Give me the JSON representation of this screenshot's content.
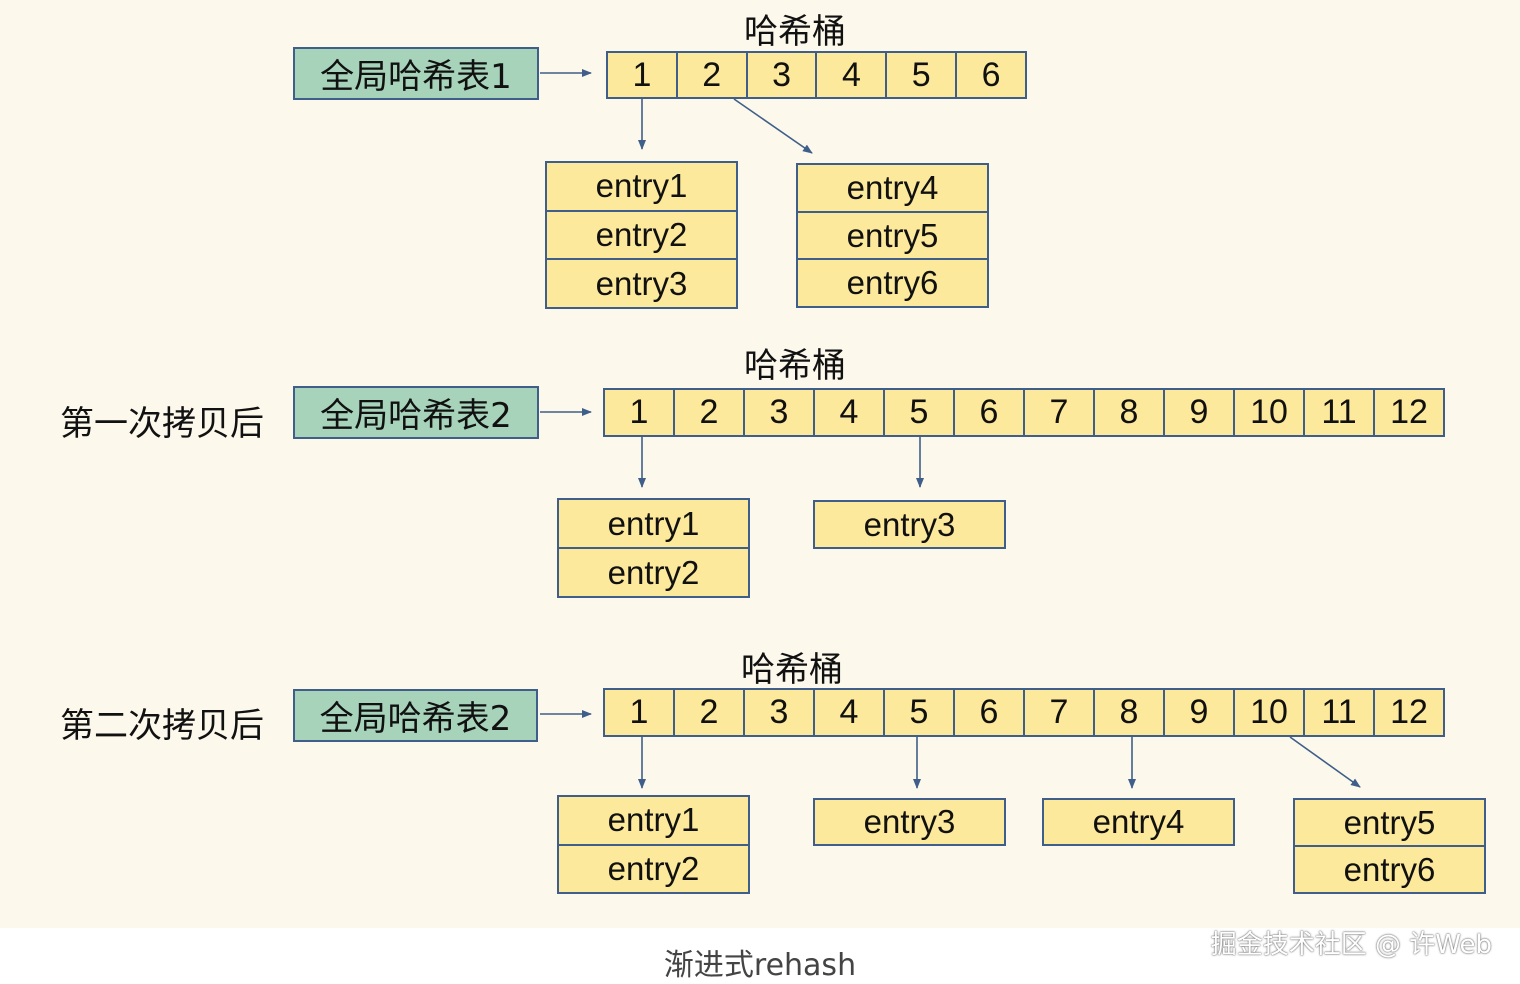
{
  "section1": {
    "bucket_title": "哈希桶",
    "table_label": "全局哈希表1",
    "buckets": [
      "1",
      "2",
      "3",
      "4",
      "5",
      "6"
    ],
    "groups": [
      {
        "entries": [
          "entry1",
          "entry2",
          "entry3"
        ]
      },
      {
        "entries": [
          "entry4",
          "entry5",
          "entry6"
        ]
      }
    ]
  },
  "section2": {
    "row_label": "第一次拷贝后",
    "bucket_title": "哈希桶",
    "table_label": "全局哈希表2",
    "buckets": [
      "1",
      "2",
      "3",
      "4",
      "5",
      "6",
      "7",
      "8",
      "9",
      "10",
      "11",
      "12"
    ],
    "groups": [
      {
        "entries": [
          "entry1",
          "entry2"
        ]
      },
      {
        "entries": [
          "entry3"
        ]
      }
    ]
  },
  "section3": {
    "row_label": "第二次拷贝后",
    "bucket_title": "哈希桶",
    "table_label": "全局哈希表2",
    "buckets": [
      "1",
      "2",
      "3",
      "4",
      "5",
      "6",
      "7",
      "8",
      "9",
      "10",
      "11",
      "12"
    ],
    "groups": [
      {
        "entries": [
          "entry1",
          "entry2"
        ]
      },
      {
        "entries": [
          "entry3"
        ]
      },
      {
        "entries": [
          "entry4"
        ]
      },
      {
        "entries": [
          "entry5",
          "entry6"
        ]
      }
    ]
  },
  "caption": "渐进式rehash",
  "watermark": "掘金技术社区 @ 许Web",
  "colors": {
    "table_fill": "#a7d3bb",
    "cell_fill": "#fde99b",
    "border": "#3f5f8a",
    "background": "#fcf8ec"
  }
}
